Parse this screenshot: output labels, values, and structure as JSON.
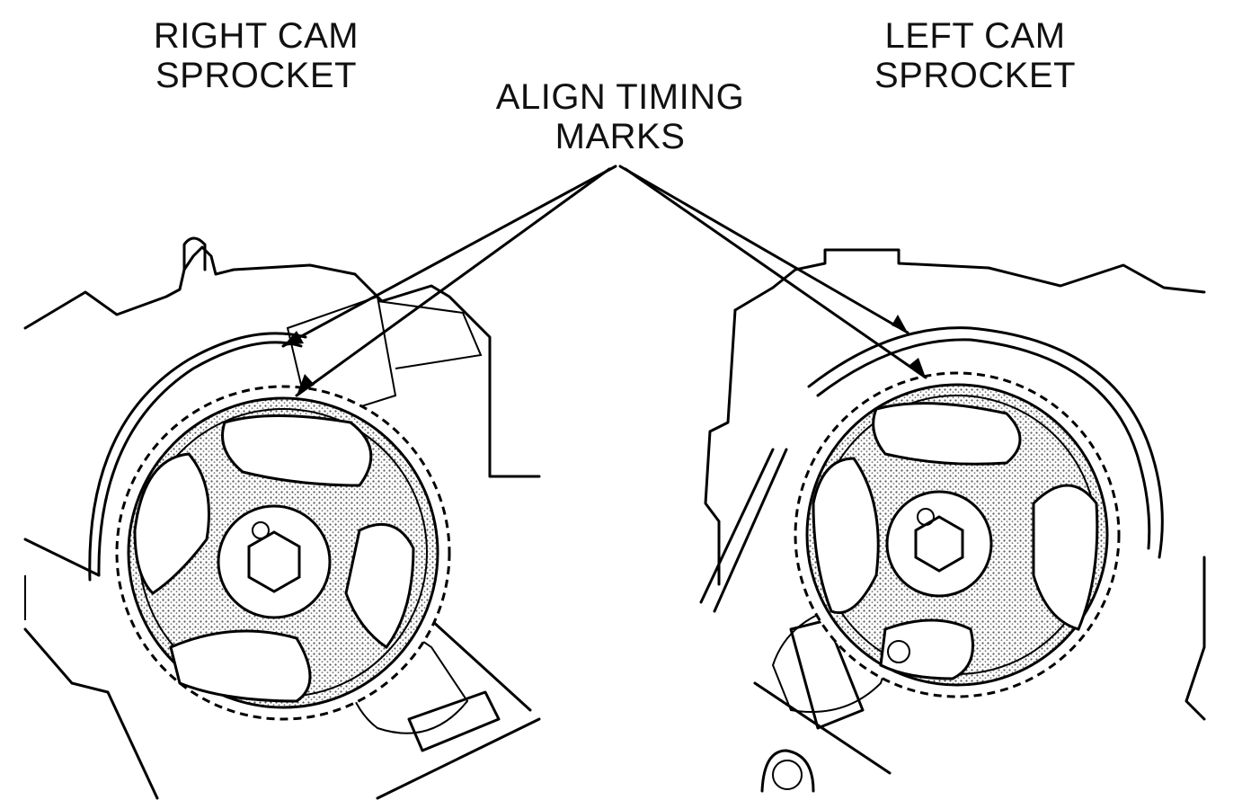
{
  "labels": {
    "right_cam_sprocket": {
      "line1": "RIGHT CAM",
      "line2": "SPROCKET"
    },
    "left_cam_sprocket": {
      "line1": "LEFT CAM",
      "line2": "SPROCKET"
    },
    "align_timing_marks": {
      "line1": "ALIGN TIMING",
      "line2": "MARKS"
    }
  },
  "colors": {
    "ink": "#000000",
    "paper": "#ffffff",
    "stipple": "#8a8a8a"
  }
}
